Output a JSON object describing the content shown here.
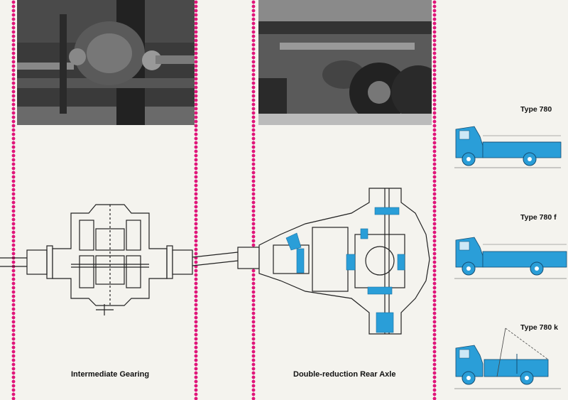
{
  "captions": {
    "intermediate_gearing": "Intermediate Gearing",
    "rear_axle": "Double-reduction Rear Axle"
  },
  "trucks": [
    {
      "type": "Type 780"
    },
    {
      "type": "Type 780 f"
    },
    {
      "type": "Type 780 k"
    }
  ],
  "colors": {
    "accent_border": "#e0157a",
    "truck_blue": "#2a9ed8",
    "diagram_blue": "#2a9ed8"
  }
}
